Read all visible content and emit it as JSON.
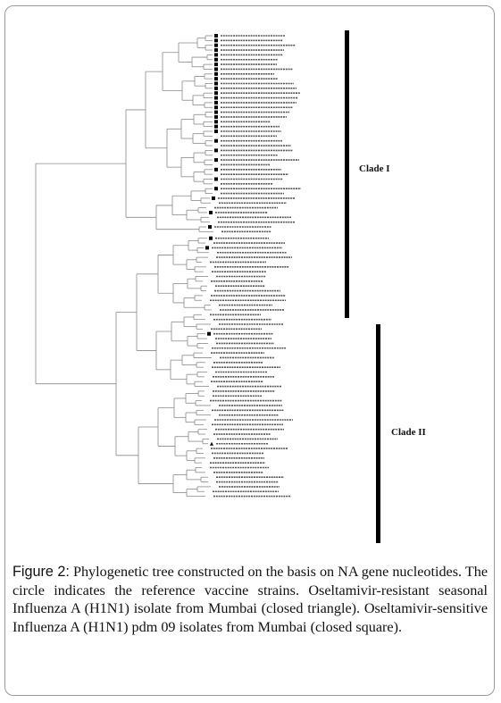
{
  "figure": {
    "label": "Figure 2:",
    "caption": " Phylogenetic tree constructed on the basis on NA gene nucleotides. The circle indicates the reference vaccine strains. Oseltamivir-resistant seasonal Influenza A (H1N1) isolate from Mumbai (closed triangle). Oseltamivir-sensitive Influenza A (H1N1) pdm 09 isolates from Mumbai (closed square)."
  },
  "clades": [
    {
      "name": "Clade I"
    },
    {
      "name": "Clade II"
    }
  ],
  "colors": {
    "branch": "#8a8a8a",
    "text": "#222222",
    "bar": "#000000"
  }
}
